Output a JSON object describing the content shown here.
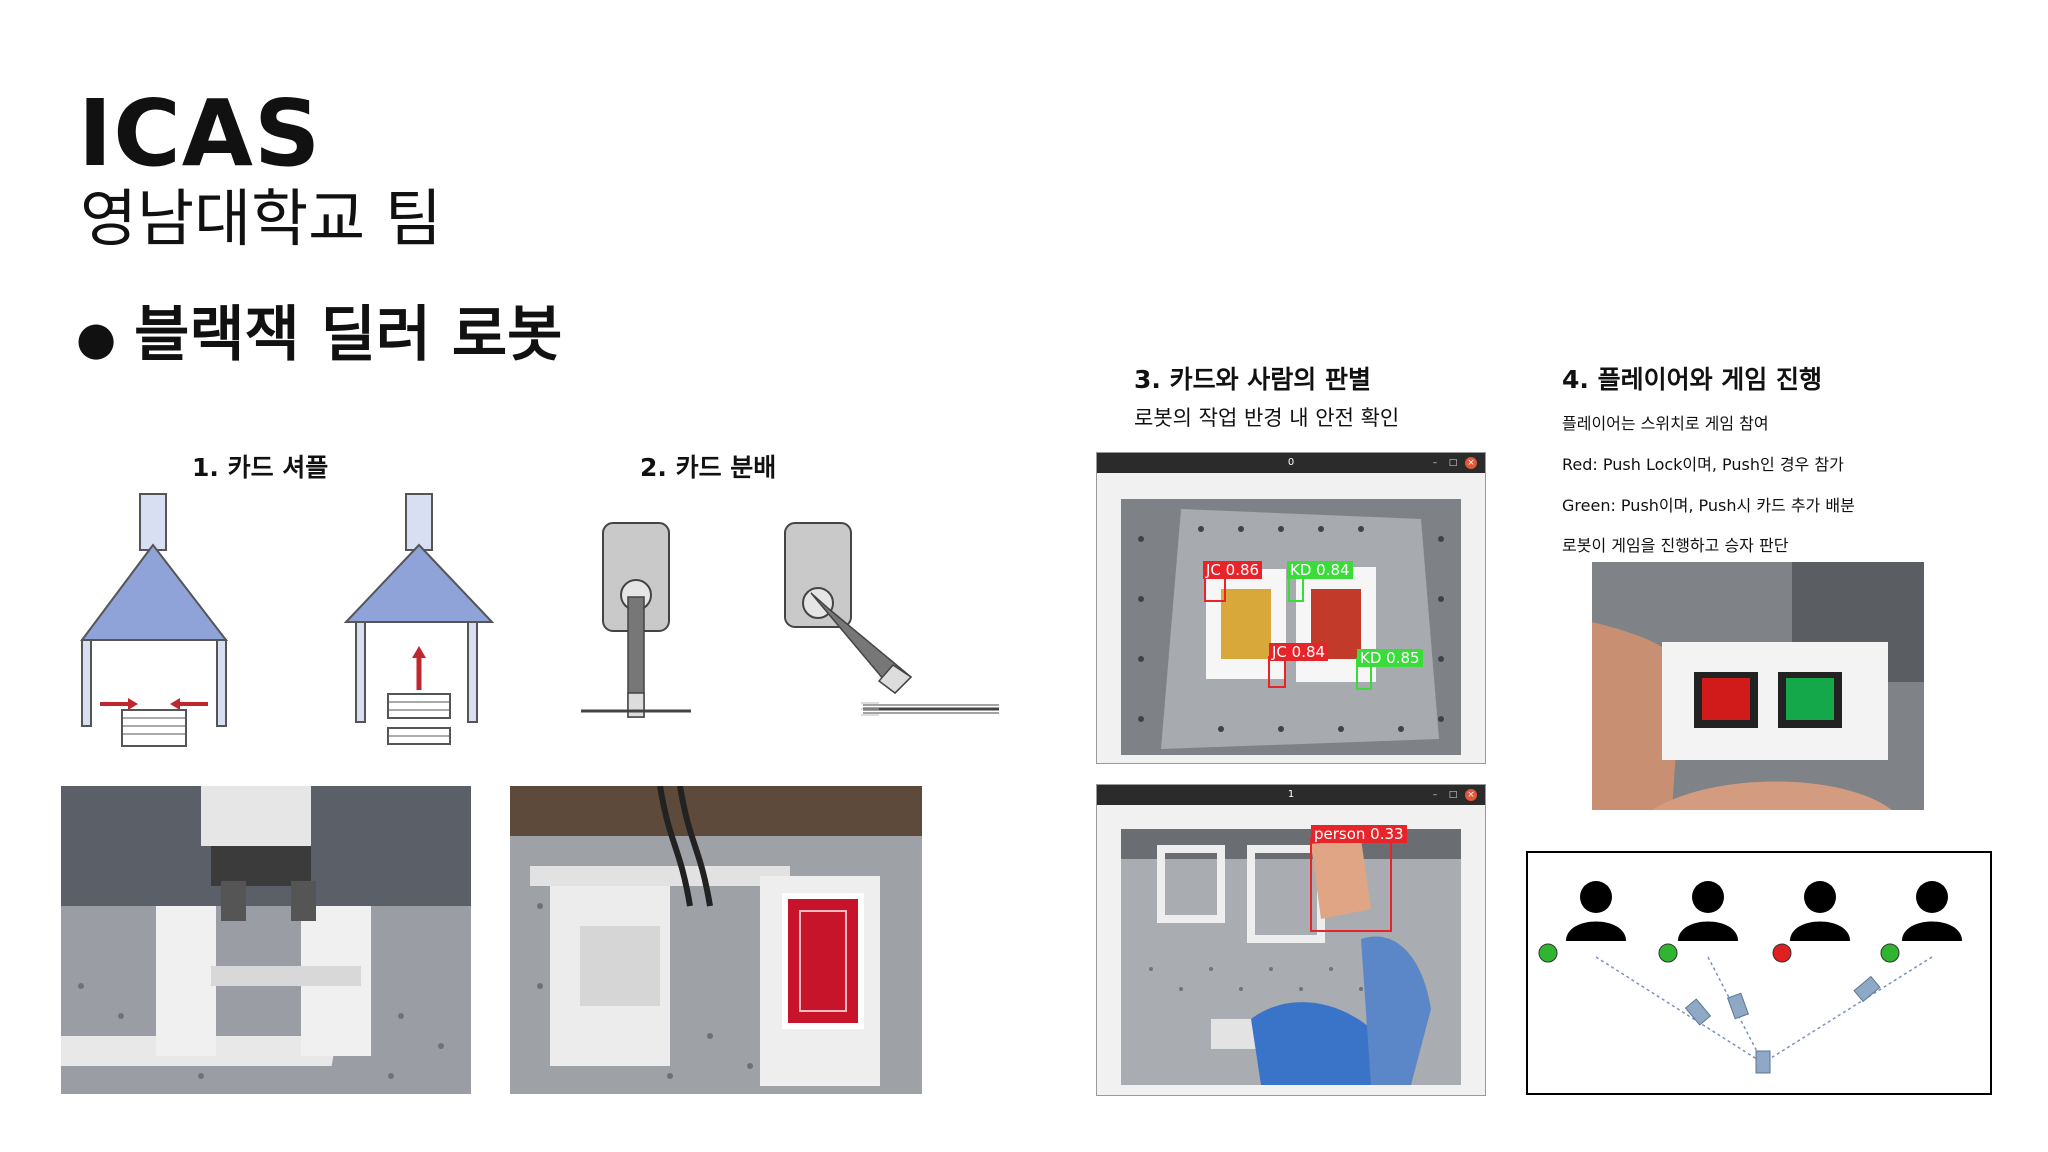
{
  "header": {
    "title": "ICAS",
    "subtitle": "영남대학교 팀",
    "bullet": "블랙잭 딜러 로봇"
  },
  "sections": {
    "s1": {
      "title": "1. 카드 셔플"
    },
    "s2": {
      "title": "2. 카드 분배"
    },
    "s3": {
      "title": "3. 카드와 사람의 판별",
      "desc": "로봇의 작업 반경 내 안전 확인"
    },
    "s4": {
      "title": "4. 플레이어와 게임 진행",
      "lines": [
        "플레이어는 스위치로 게임 참여",
        "Red: Push Lock이며, Push인 경우 참가",
        "Green: Push이며, Push시 카드 추가 배분",
        "로봇이 게임을 진행하고 승자 판단"
      ]
    }
  },
  "windows": {
    "w1": {
      "title": "0"
    },
    "w2": {
      "title": "1"
    }
  },
  "detections": {
    "d1": "JC 0.86",
    "d2": "KD 0.84",
    "d3": "JC 0.84",
    "d4": "KD 0.85",
    "d5": "person 0.33"
  },
  "colors": {
    "shuffle_blue": "#8fa3d9",
    "detect_red": "#e8242b",
    "detect_green": "#3adb3a",
    "button_red": "#d11a1a",
    "button_green": "#14a84a",
    "player_dot_green": "#2fb52f",
    "player_dot_red": "#e02020"
  },
  "icons": [
    "person-icon",
    "card-icon",
    "arrow-icon"
  ]
}
